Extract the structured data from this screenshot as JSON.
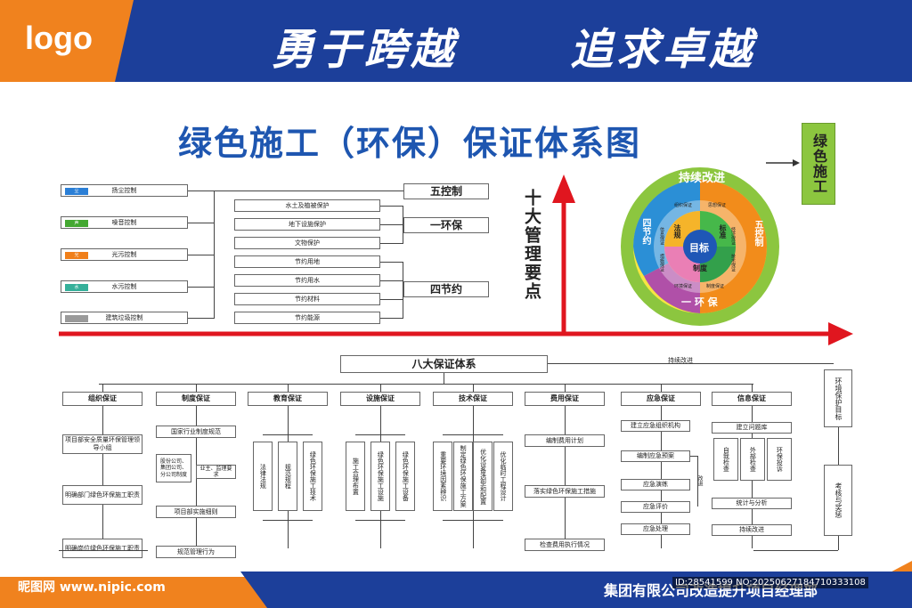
{
  "header": {
    "logo": "logo",
    "slogan_left": "勇于跨越",
    "slogan_right": "追求卓越"
  },
  "title": "绿色施工（环保）保证体系图",
  "controls": {
    "items": [
      {
        "label": "扬尘控制",
        "tag": "尘",
        "color": "#2b7fd6"
      },
      {
        "label": "噪音控制",
        "tag": "声",
        "color": "#44a832"
      },
      {
        "label": "光污控制",
        "tag": "光",
        "color": "#f07f1a"
      },
      {
        "label": "水污控制",
        "tag": "水",
        "color": "#35b09a"
      },
      {
        "label": "建筑垃圾控制",
        "tag": "",
        "color": "#9a9a9a"
      }
    ],
    "middle": [
      "水土及植被保护",
      "地下设施保护",
      "文物保护",
      "节约用地",
      "节约用水",
      "节约材料",
      "节约能源"
    ],
    "groups": [
      "五控制",
      "一环保",
      "四节约"
    ]
  },
  "management": {
    "label": "十大管理要点"
  },
  "wheel": {
    "top": "持续改进",
    "bottom": "一 环 保",
    "left": "四节约",
    "right": "五控制",
    "center": "目标",
    "method": "法规",
    "standard": "标准",
    "system": "制度",
    "inner": [
      "组织保证",
      "思想保证",
      "经济保证",
      "技术保证",
      "制度保证",
      "环境保证",
      "措施保证",
      "信息保证"
    ]
  },
  "green": {
    "label": "绿色施工"
  },
  "system": {
    "title": "八大保证体系",
    "feedback": "持续改进",
    "target": "环境保护目标",
    "check": "考核与奖惩",
    "cols": [
      {
        "head": "组织保证",
        "items": [
          "项目部安全质量环保管理领导小组",
          "明确部门绿色环保施工职责",
          "明确岗位绿色环保施工职责"
        ]
      },
      {
        "head": "制度保证",
        "items": [
          "国家行业制度规范",
          "股份公司、集团公司、分公司制度",
          "业主、监理要求",
          "项目部实施细则",
          "规范管理行为"
        ]
      },
      {
        "head": "教育保证",
        "items": [
          "法律法规",
          "规范规程",
          "绿色环保施工技术"
        ]
      },
      {
        "head": "设施保证",
        "items": [
          "施工合理布置",
          "绿色环保施工设施",
          "绿色环保施工设备"
        ]
      },
      {
        "head": "技术保证",
        "items": [
          "重要环境因素辨识",
          "制定绿色环保施工方案",
          "优化设备选型和配置",
          "优化临时工程设计"
        ]
      },
      {
        "head": "费用保证",
        "items": [
          "编制费用计划",
          "落实绿色环保施工措施",
          "检查费用执行情况"
        ]
      },
      {
        "head": "应急保证",
        "items": [
          "建立应急组织机构",
          "编制应急预案",
          "应急演练",
          "应急评价",
          "应急处理",
          "改进"
        ]
      },
      {
        "head": "信息保证",
        "items": [
          "建立问题库",
          "自我检查",
          "外部检查",
          "环保投诉",
          "统计与分析",
          "持续改进"
        ]
      }
    ]
  },
  "footer": {
    "company": "集团有限公司改造提升项目经理部",
    "watermark": "昵图网 www.nipic.com",
    "id": "ID:28541599 NO:20250627184710333108"
  }
}
